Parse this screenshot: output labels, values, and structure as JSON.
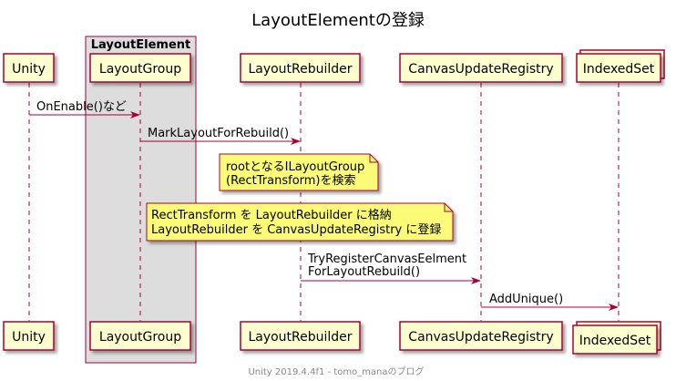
{
  "title": "LayoutElementの登録",
  "footer": "Unity 2019.4.4f1 - tomo_manaのブログ",
  "colors": {
    "participant_fill": "#FEFECE",
    "border": "#A80036",
    "box_fill": "#DDDDDD",
    "note_fill": "#FBFB77",
    "footer_text": "#888888"
  },
  "group_box": {
    "label": "LayoutElement"
  },
  "participants": [
    {
      "id": "unity",
      "label": "Unity"
    },
    {
      "id": "layout-group",
      "label": "LayoutGroup"
    },
    {
      "id": "layout-rebuilder",
      "label": "LayoutRebuilder"
    },
    {
      "id": "canvas-update-registry",
      "label": "CanvasUpdateRegistry"
    },
    {
      "id": "indexed-set",
      "label": "IndexedSet"
    }
  ],
  "messages": [
    {
      "id": "on-enable",
      "lines": [
        "OnEnable()など"
      ]
    },
    {
      "id": "mark-layout-for-rebuild",
      "lines": [
        "MarkLayoutForRebuild()"
      ]
    },
    {
      "id": "try-register",
      "lines": [
        "TryRegisterCanvasEelment",
        "ForLayoutRebuild()"
      ]
    },
    {
      "id": "add-unique",
      "lines": [
        "AddUnique()"
      ]
    }
  ],
  "notes": [
    {
      "id": "find-root",
      "lines": [
        "rootとなるILayoutGroup",
        "(RectTransform)を検索"
      ]
    },
    {
      "id": "store-register",
      "lines": [
        "RectTransform を LayoutRebuilder に格納",
        "LayoutRebuilder を CanvasUpdateRegistry に登録"
      ]
    }
  ]
}
